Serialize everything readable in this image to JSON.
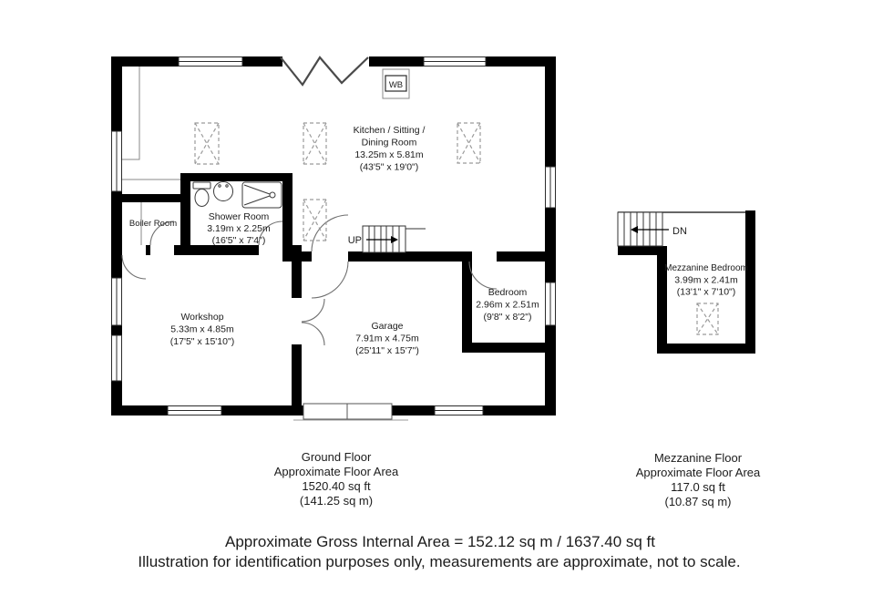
{
  "floorplan": {
    "ground": {
      "rooms": {
        "kitchen": {
          "line1": "Kitchen / Sitting /",
          "line2": "Dining Room",
          "metric": "13.25m x 5.81m",
          "imperial": "(43'5\" x 19'0\")"
        },
        "shower": {
          "name": "Shower Room",
          "metric": "3.19m x 2.25m",
          "imperial": "(16'5\" x 7'4\")"
        },
        "boiler": {
          "name": "Boiler Room"
        },
        "workshop": {
          "name": "Workshop",
          "metric": "5.33m x 4.85m",
          "imperial": "(17'5\" x 15'10\")"
        },
        "garage": {
          "name": "Garage",
          "metric": "7.91m x 4.75m",
          "imperial": "(25'11\" x 15'7\")"
        },
        "bedroom": {
          "name": "Bedroom",
          "metric": "2.96m x 2.51m",
          "imperial": "(9'8\" x 8'2\")"
        }
      },
      "stairs": "UP",
      "woodburner": "WB",
      "caption": {
        "title": "Ground Floor",
        "subtitle": "Approximate Floor Area",
        "area_ft": "1520.40 sq ft",
        "area_m": "(141.25 sq m)"
      }
    },
    "mezzanine": {
      "room": {
        "name": "Mezzanine Bedroom",
        "metric": "3.99m x 2.41m",
        "imperial": "(13'1\" x 7'10\")"
      },
      "stairs": "DN",
      "caption": {
        "title": "Mezzanine Floor",
        "subtitle": "Approximate Floor Area",
        "area_ft": "117.0 sq ft",
        "area_m": "(10.87 sq m)"
      }
    },
    "footer": {
      "line1": "Approximate Gross Internal Area = 152.12 sq m / 1637.40 sq ft",
      "line2": "Illustration for identification purposes only, measurements are approximate, not to scale."
    },
    "colors": {
      "wall": "#000000",
      "background": "#ffffff",
      "text": "#1c1c1c"
    }
  }
}
